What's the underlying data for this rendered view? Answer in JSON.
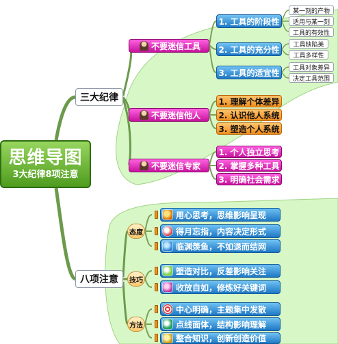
{
  "title": "思维导图",
  "subtitle": "3大纪律8项注意",
  "branch1": {
    "label": "三大纪律",
    "groups": [
      {
        "label": "不要迷信工具",
        "items": [
          {
            "label": "1. 工具的阶段性",
            "notes": [
              "某一刻的产物",
              "适用与某一刻",
              "工具的有效性"
            ]
          },
          {
            "label": "2. 工具的充分性",
            "notes": [
              "工具缺陷美",
              "工具多样性"
            ]
          },
          {
            "label": "3. 工具的适宜性",
            "notes": [
              "工具对象差异",
              "决定工具范围"
            ]
          }
        ]
      },
      {
        "label": "不要迷信他人",
        "items": [
          {
            "label": "1. 理解个体差异"
          },
          {
            "label": "2. 认识他人系统"
          },
          {
            "label": "3. 塑造个人系统"
          }
        ]
      },
      {
        "label": "不要迷信专家",
        "items": [
          {
            "label": "1. 个人独立思考"
          },
          {
            "label": "2. 掌握多种工具"
          },
          {
            "label": "3. 明确社会需求"
          }
        ]
      }
    ]
  },
  "branch2": {
    "label": "八项注意",
    "groups": [
      {
        "label": "态度",
        "items": [
          "用心思考，思维影响呈现",
          "得月忘指，内容决定形式",
          "临渊羡鱼，不如退而结网"
        ]
      },
      {
        "label": "技巧",
        "items": [
          "塑造对比，反差影响关注",
          "收放自如，修炼好关键词"
        ]
      },
      {
        "label": "方法",
        "items": [
          "中心明确，主题集中发散",
          "点线面体，结构影响理解",
          "整合知识，创新创造价值"
        ]
      }
    ]
  },
  "colors": {
    "root": "#5ca82a",
    "green_area": "#d8f7c6",
    "connector": "#6c9a4c",
    "magenta": "#e23cc4",
    "blue": "#2a88d6",
    "orange": "#f5a038"
  },
  "icons": [
    "avatar-icon",
    "note-icon",
    "plug-icon"
  ]
}
